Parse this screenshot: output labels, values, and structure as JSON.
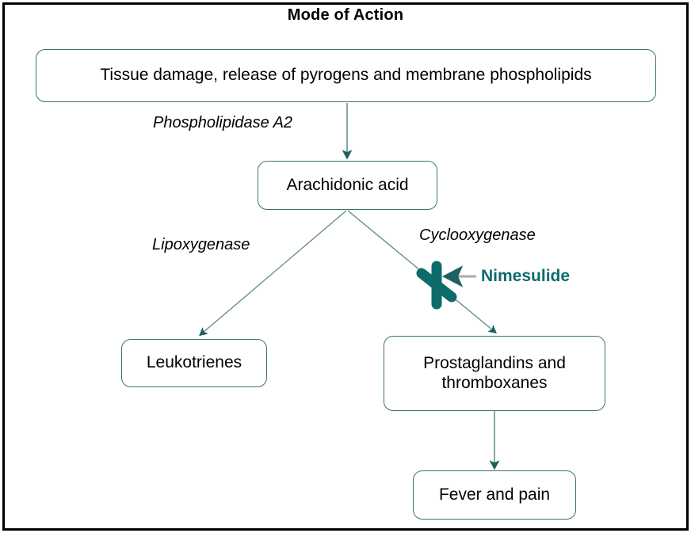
{
  "diagram": {
    "title": "Mode of Action",
    "type": "flowchart",
    "colors": {
      "frame_border": "#000000",
      "node_border": "#39726f",
      "node_fill": "#ffffff",
      "arrow": "#1b6160",
      "pointer_line": "#a8b2b4",
      "accent_text": "#0e6b6b",
      "block_marker": "#0e6b6b",
      "text": "#000000"
    },
    "nodes": [
      {
        "id": "tissue",
        "label": "Tissue damage, release of pyrogens and membrane phospholipids"
      },
      {
        "id": "arachidonic",
        "label": "Arachidonic acid"
      },
      {
        "id": "leukotrienes",
        "label": "Leukotrienes"
      },
      {
        "id": "prostaglandins",
        "label": "Prostaglandins and thromboxanes"
      },
      {
        "id": "fever",
        "label": "Fever and pain"
      }
    ],
    "edge_labels": [
      {
        "id": "pla2",
        "label": "Phospholipidase A2",
        "style": "italic"
      },
      {
        "id": "lipox",
        "label": "Lipoxygenase",
        "style": "italic"
      },
      {
        "id": "cox",
        "label": "Cyclooxygenase",
        "style": "italic"
      }
    ],
    "annotation": {
      "id": "nimesulide",
      "label": "Nimesulide",
      "marker": "block-x-marker",
      "effect": "inhibits",
      "target_edge": "cox"
    },
    "edges": [
      {
        "from": "tissue",
        "to": "arachidonic",
        "label": "Phospholipidase A2"
      },
      {
        "from": "arachidonic",
        "to": "leukotrienes",
        "label": "Lipoxygenase"
      },
      {
        "from": "arachidonic",
        "to": "prostaglandins",
        "label": "Cyclooxygenase"
      },
      {
        "from": "prostaglandins",
        "to": "fever",
        "label": ""
      }
    ]
  }
}
